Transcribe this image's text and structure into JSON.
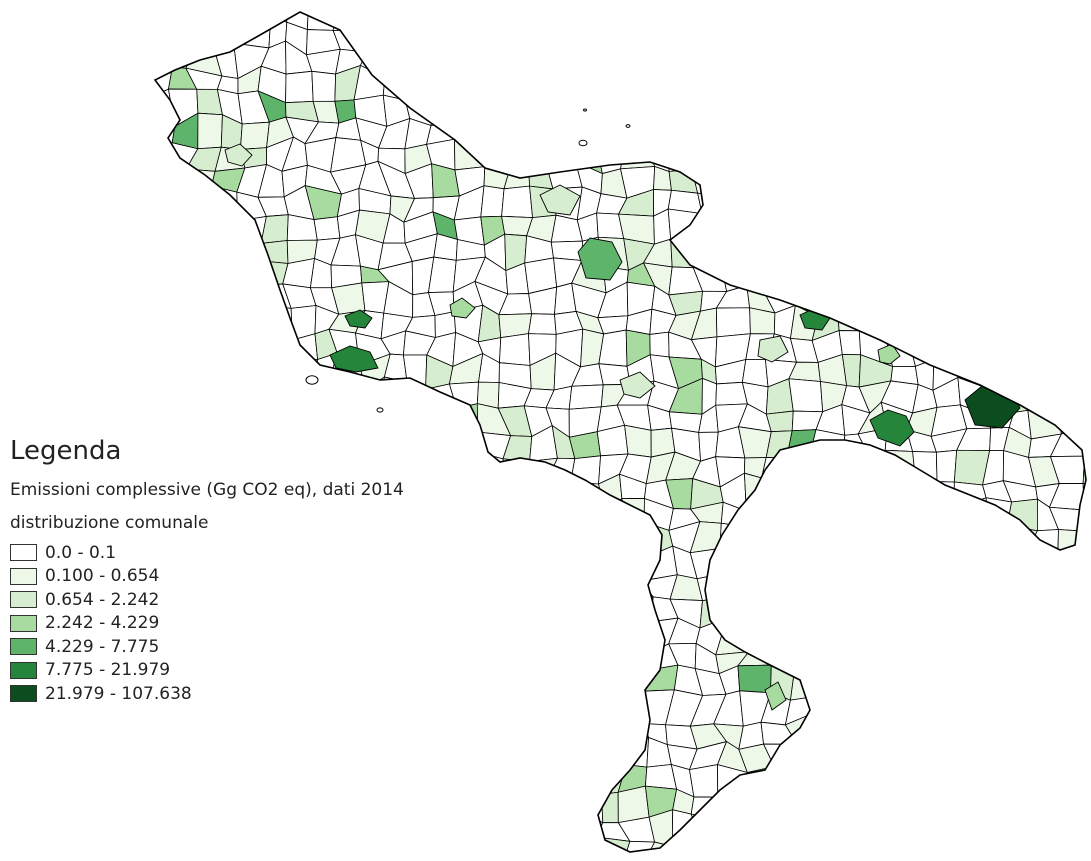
{
  "legend": {
    "title": "Legenda",
    "subtitle": "Emissioni complessive (Gg CO2 eq), dati 2014",
    "subtitle2": "distribuzione comunale",
    "classes": [
      {
        "label": "0.0 - 0.1",
        "color": "#ffffff"
      },
      {
        "label": "0.100 - 0.654",
        "color": "#edf8e9"
      },
      {
        "label": "0.654 - 2.242",
        "color": "#d6eecf"
      },
      {
        "label": "2.242 - 4.229",
        "color": "#a8dba0"
      },
      {
        "label": "4.229 - 7.775",
        "color": "#5fb46c"
      },
      {
        "label": "7.775 - 21.979",
        "color": "#24853b"
      },
      {
        "label": "21.979 - 107.638",
        "color": "#0b4d1f"
      }
    ]
  },
  "map": {
    "border_color": "#000000",
    "background": "#ffffff"
  }
}
